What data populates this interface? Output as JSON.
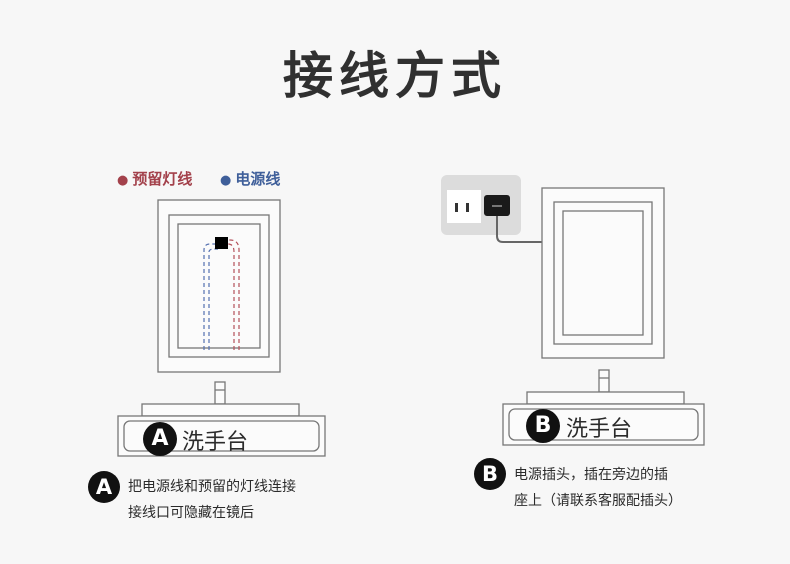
{
  "title": "接线方式",
  "legend": {
    "reserved_wire": "预留灯线",
    "power_wire": "电源线",
    "reserved_color": "#a3414b",
    "power_color": "#3f5f9a"
  },
  "diagram_a": {
    "badge": "A",
    "basin_label": "洗手台",
    "note_line1": "把电源线和预留的灯线连接",
    "note_line2": "接线口可隐藏在镜后"
  },
  "diagram_b": {
    "badge": "B",
    "basin_label": "洗手台",
    "note_line1": "电源插头，插在旁边的插",
    "note_line2": "座上（请联系客服配插头）"
  }
}
